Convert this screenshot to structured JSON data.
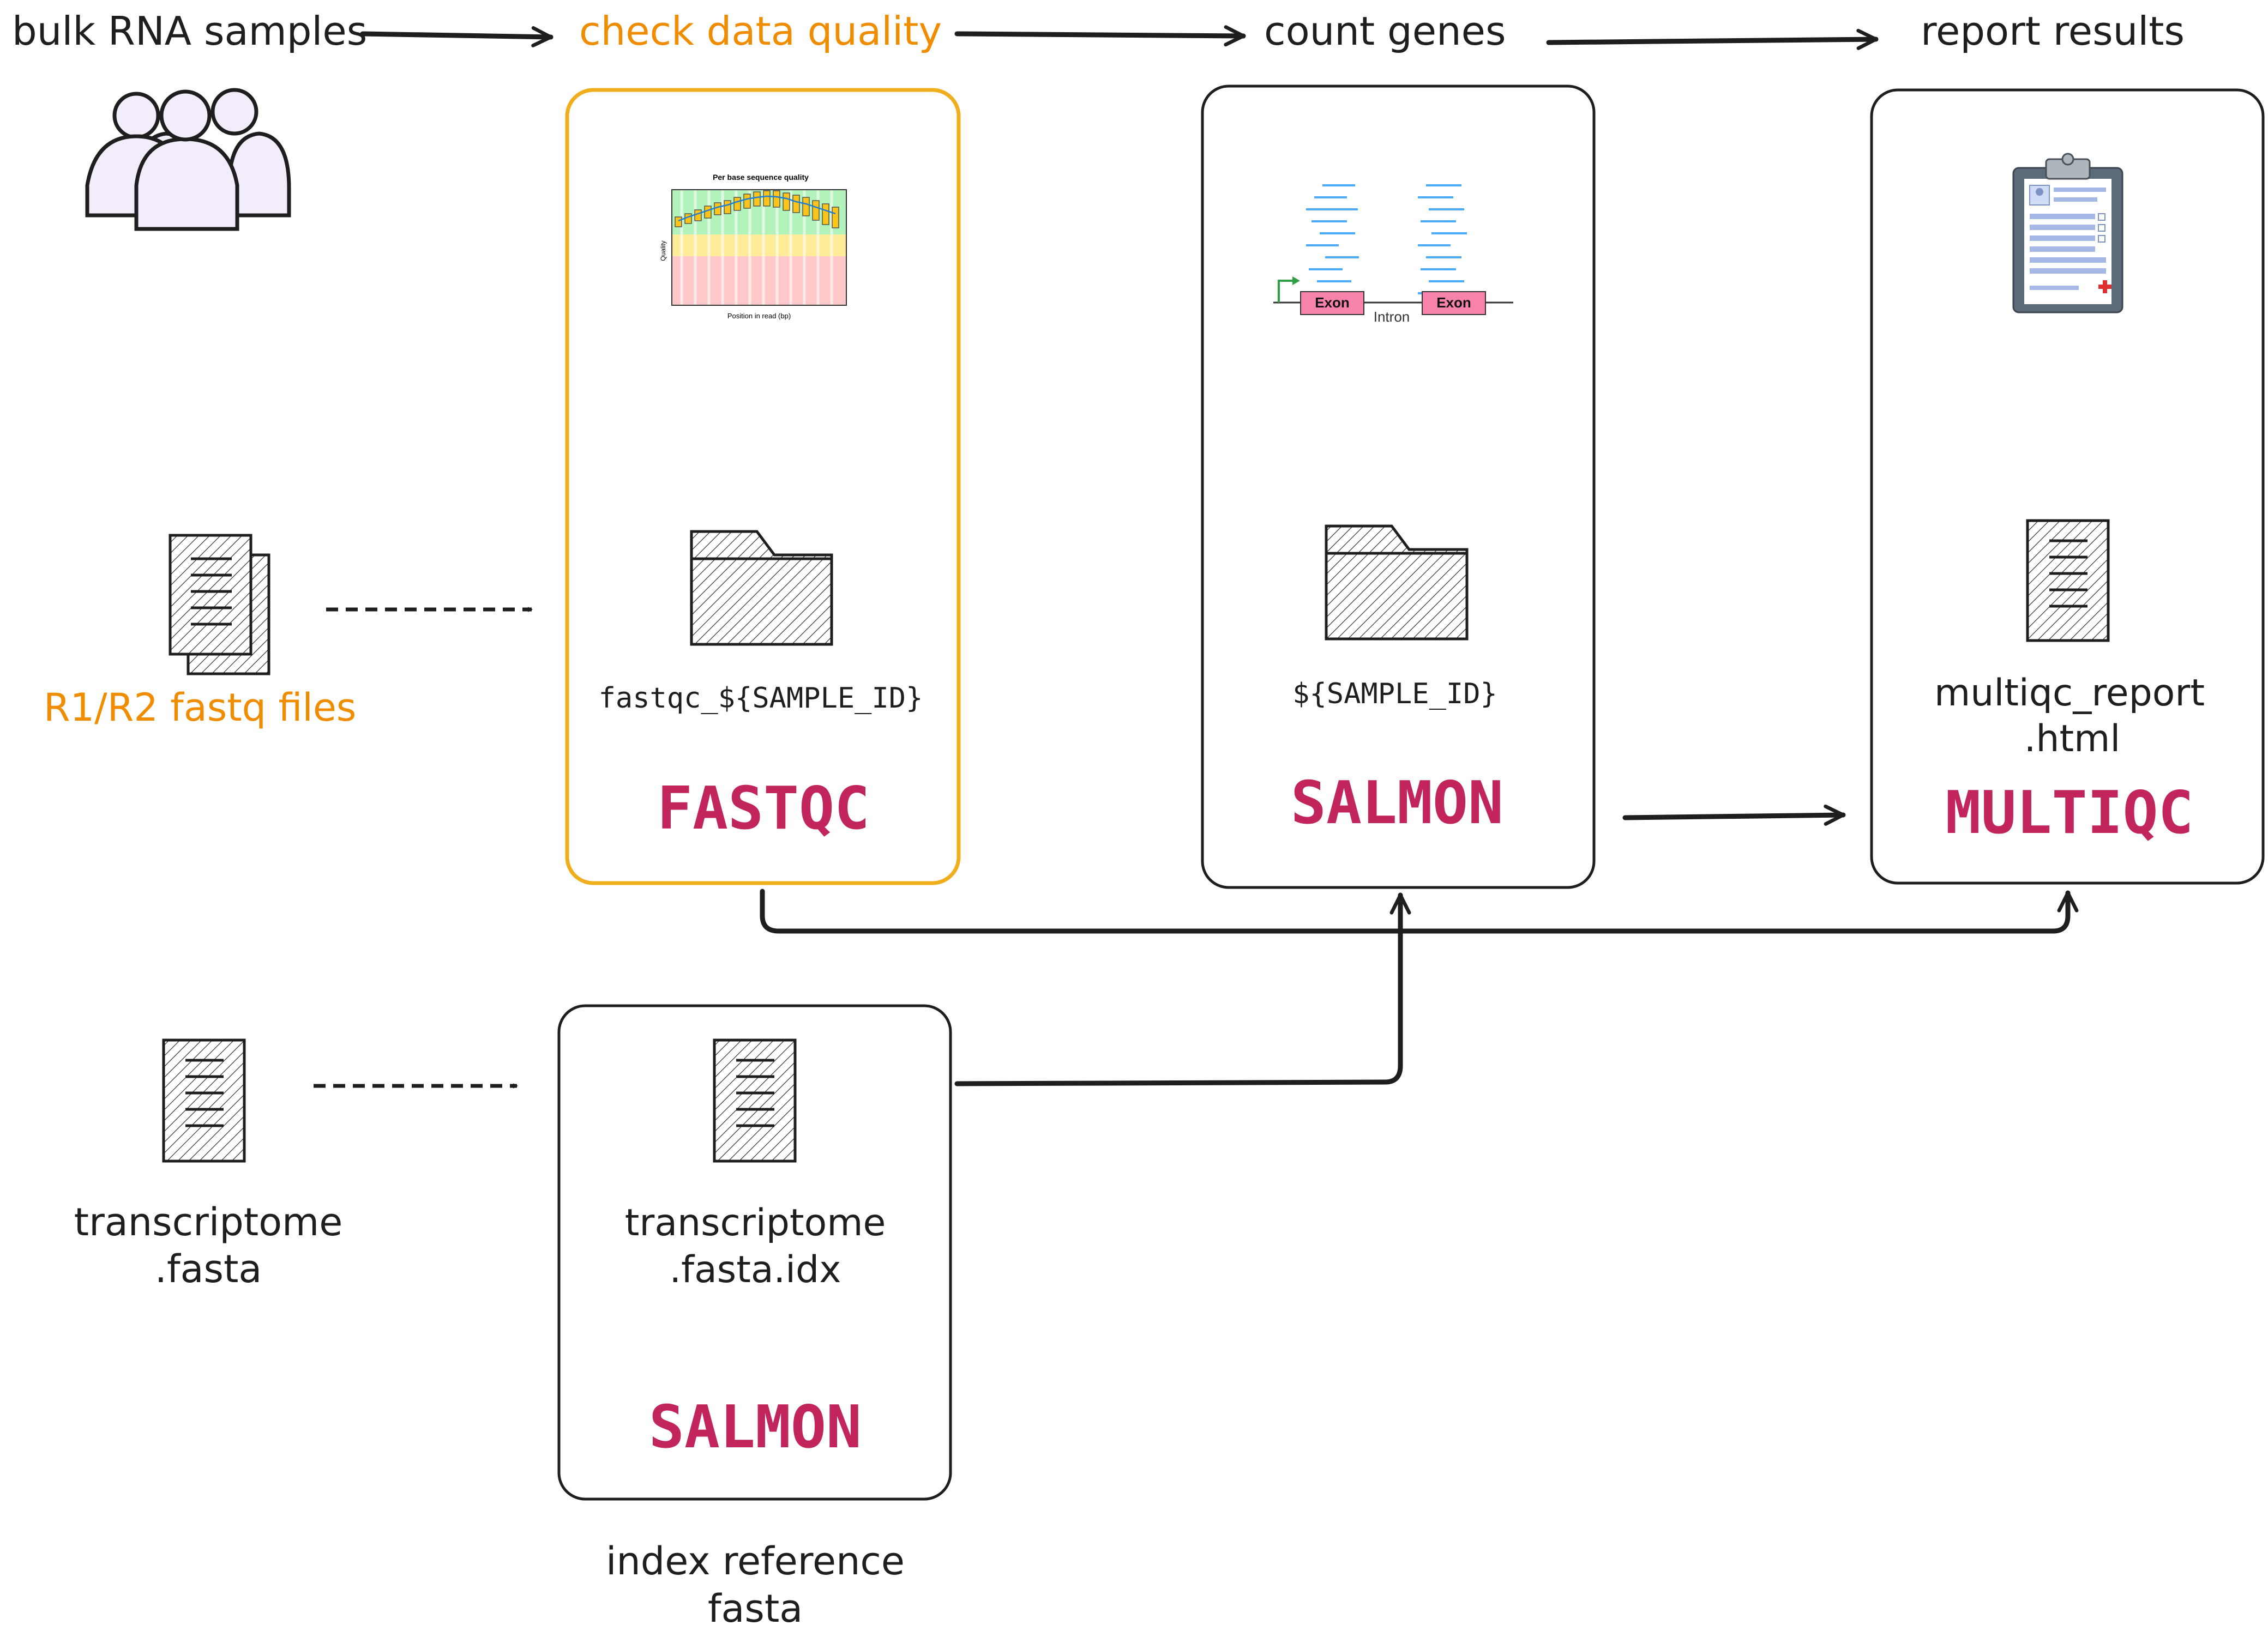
{
  "colors": {
    "ink": "#1e1e1e",
    "accent_orange": "#f08c00",
    "highlight_border": "#f0ad1c",
    "tool_name": "#c2255c",
    "people_fill": "#f3ecfb",
    "exon_fill": "#f783ac",
    "read_blue": "#4dabf7",
    "qc_green": "#b2f2bb",
    "qc_yellow": "#ffec99",
    "qc_red": "#ffc9c9"
  },
  "steps": {
    "samples": "bulk RNA samples",
    "qc": "check data quality",
    "count": "count genes",
    "report": "report results",
    "index": [
      "index reference",
      "fasta"
    ]
  },
  "inputs": {
    "fastq": "R1/R2 fastq files",
    "transcriptome": [
      "transcriptome",
      ".fasta"
    ]
  },
  "processes": {
    "fastqc": {
      "name": "FASTQC",
      "output": "fastqc_${SAMPLE_ID}"
    },
    "salmon_quant": {
      "name": "SALMON",
      "output": "${SAMPLE_ID}"
    },
    "multiqc": {
      "name": "MULTIQC",
      "output": [
        "multiqc_report",
        ".html"
      ]
    },
    "salmon_index": {
      "name": "SALMON",
      "output": [
        "transcriptome",
        ".fasta.idx"
      ]
    }
  },
  "fastqc_plot": {
    "title": "Per base sequence quality",
    "xlabel": "Position in read (bp)",
    "ylabel": "Quality"
  },
  "gene_model": {
    "exon1": "Exon",
    "exon2": "Exon",
    "intron": "Intron"
  },
  "icons": {
    "people": "people-group-icon",
    "fastq_files": "stacked-documents-icon",
    "transcriptome_file": "document-icon",
    "fastqc_folder": "folder-icon",
    "salmon_folder": "folder-icon",
    "index_file": "document-icon",
    "report_file": "document-icon",
    "clipboard": "clipboard-report-icon"
  }
}
